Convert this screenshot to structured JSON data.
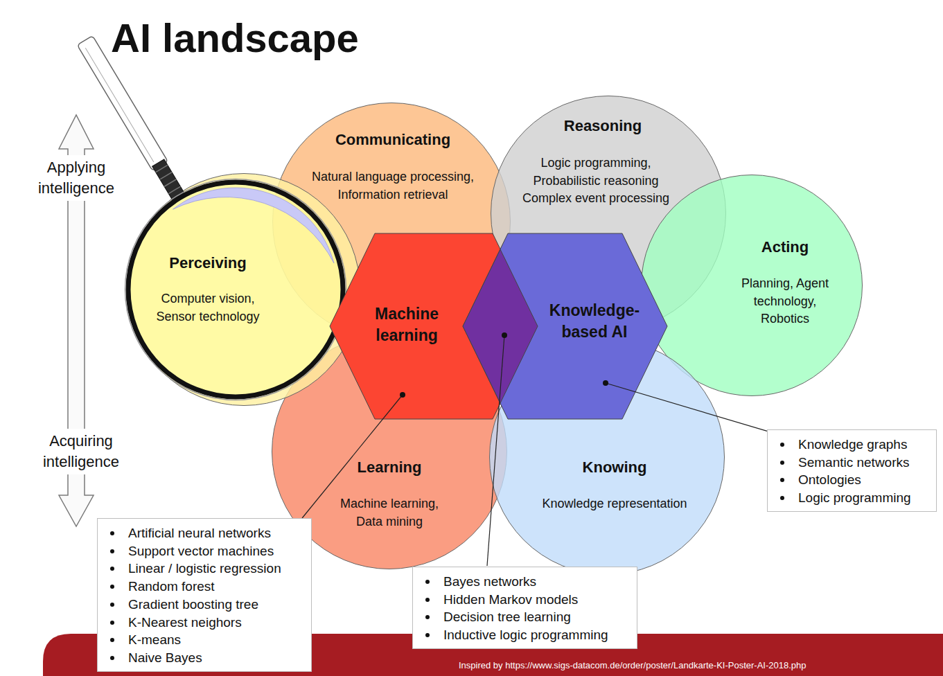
{
  "diagram": {
    "title": "AI landscape",
    "caption": "Inspired by https://www.sigs-datacom.de/order/poster/Landkarte-KI-Poster-AI-2018.php",
    "nodes": [
      {
        "text": [
          "Communicating",
          "Natural language processing, Information retrieval"
        ]
      },
      {
        "text": [
          "Reasoning",
          "Logic programming, Probabilistic reasoning Complex event processing"
        ]
      },
      {
        "text": [
          "Acting",
          "Planning, Agent technology, Robotics"
        ]
      },
      {
        "text": [
          "Learning",
          "Machine learning, Data mining"
        ]
      },
      {
        "text": [
          "Knowing",
          "Knowledge representation"
        ]
      },
      {
        "text": [
          "Perceiving",
          "Computer vision, Sensor technology"
        ]
      },
      {
        "text": [
          "Machine learning"
        ]
      },
      {
        "text": [
          "Knowledge-based AI"
        ]
      },
      {
        "text": [
          "Artificial neural networks",
          "Support vector machines",
          "Linear / logistic regression",
          "Random forest",
          "Gradient boosting tree",
          "K-Nearest neighors",
          "K-means",
          "Naive Bayes"
        ]
      },
      {
        "text": [
          "Bayes networks",
          "Hidden Markov models",
          "Decision tree learning",
          "Inductive logic programming"
        ]
      },
      {
        "text": [
          "Knowledge graphs",
          "Semantic networks",
          "Ontologies",
          "Logic programming"
        ]
      }
    ],
    "edges": [
      {
        "from": 6,
        "to": 8,
        "arrow": "none"
      },
      {
        "from": 7,
        "to": 10,
        "arrow": "none"
      }
    ],
    "labels": [
      "Applying intelligence",
      "Acquiring intelligence"
    ]
  }
}
